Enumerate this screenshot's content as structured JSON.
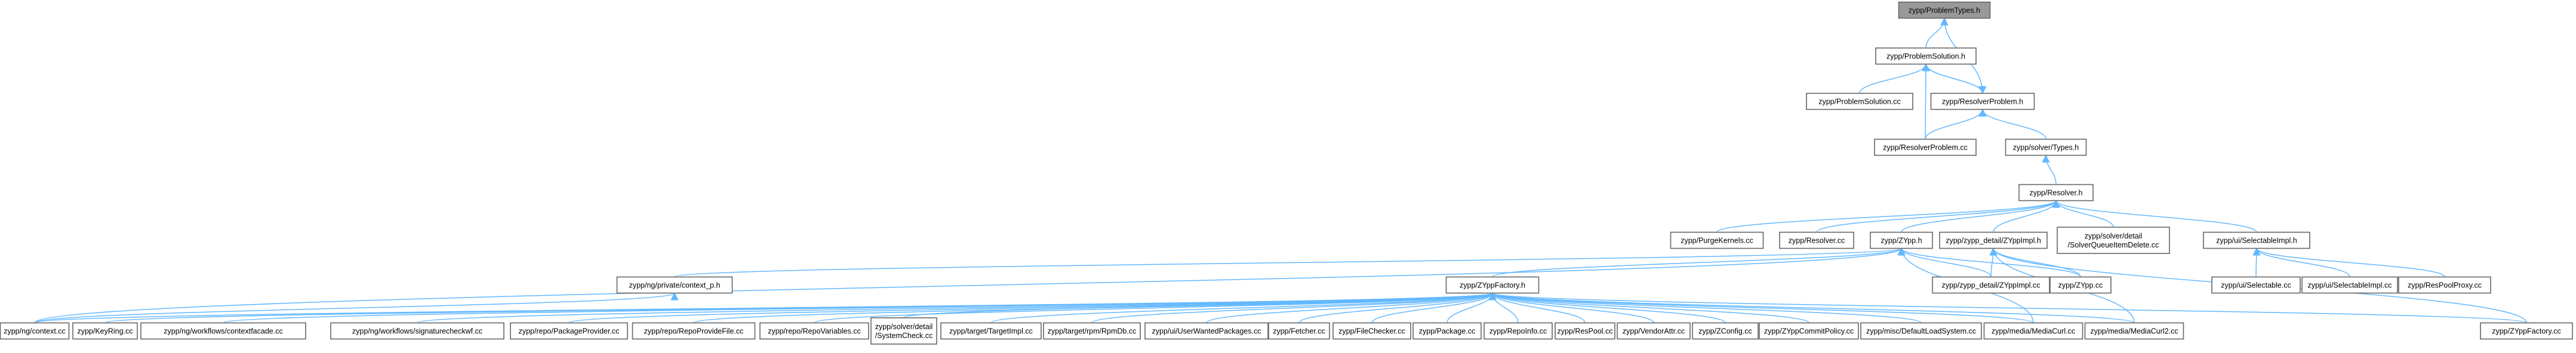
{
  "graph_title": "zypp/ProblemTypes.h",
  "colors": {
    "edge": "#63b8ff",
    "root_fill": "#999999",
    "node_border": "#666666"
  },
  "nodes": [
    {
      "id": "n_problemtypes_h",
      "lines": [
        "zypp/ProblemTypes.h"
      ],
      "root": true
    },
    {
      "id": "n_problemsolution_h",
      "lines": [
        "zypp/ProblemSolution.h"
      ]
    },
    {
      "id": "n_problemsolution_cc",
      "lines": [
        "zypp/ProblemSolution.cc"
      ]
    },
    {
      "id": "n_resolverproblem_h",
      "lines": [
        "zypp/ResolverProblem.h"
      ]
    },
    {
      "id": "n_resolverproblem_cc",
      "lines": [
        "zypp/ResolverProblem.cc"
      ]
    },
    {
      "id": "n_solver_types_h",
      "lines": [
        "zypp/solver/Types.h"
      ]
    },
    {
      "id": "n_resolver_h",
      "lines": [
        "zypp/Resolver.h"
      ]
    },
    {
      "id": "n_purgekernels_cc",
      "lines": [
        "zypp/PurgeKernels.cc"
      ]
    },
    {
      "id": "n_resolver_cc",
      "lines": [
        "zypp/Resolver.cc"
      ]
    },
    {
      "id": "n_zypp_h",
      "lines": [
        "zypp/ZYpp.h"
      ]
    },
    {
      "id": "n_zyppimpl_h",
      "lines": [
        "zypp/zypp_detail/ZYppImpl.h"
      ]
    },
    {
      "id": "n_solverqueue_cc",
      "lines": [
        "zypp/solver/detail",
        "/SolverQueueItemDelete.cc"
      ]
    },
    {
      "id": "n_selectableimpl_h",
      "lines": [
        "zypp/ui/SelectableImpl.h"
      ]
    },
    {
      "id": "n_context_p_h",
      "lines": [
        "zypp/ng/private/context_p.h"
      ]
    },
    {
      "id": "n_zyppfactory_h",
      "lines": [
        "zypp/ZYppFactory.h"
      ]
    },
    {
      "id": "n_zyppimpl_cc",
      "lines": [
        "zypp/zypp_detail/ZYppImpl.cc"
      ]
    },
    {
      "id": "n_zypp_cc",
      "lines": [
        "zypp/ZYpp.cc"
      ]
    },
    {
      "id": "n_selectable_cc",
      "lines": [
        "zypp/ui/Selectable.cc"
      ]
    },
    {
      "id": "n_selectableimpl_cc",
      "lines": [
        "zypp/ui/SelectableImpl.cc"
      ]
    },
    {
      "id": "n_respoolproxy_cc",
      "lines": [
        "zypp/ResPoolProxy.cc"
      ]
    },
    {
      "id": "n_ng_context_cc",
      "lines": [
        "zypp/ng/context.cc"
      ]
    },
    {
      "id": "n_keyring_cc",
      "lines": [
        "zypp/KeyRing.cc"
      ]
    },
    {
      "id": "n_contextfacade_cc",
      "lines": [
        "zypp/ng/workflows/contextfacade.cc"
      ]
    },
    {
      "id": "n_signaturecheck_cc",
      "lines": [
        "zypp/ng/workflows/signaturecheckwf.cc"
      ]
    },
    {
      "id": "n_packageprovider_cc",
      "lines": [
        "zypp/repo/PackageProvider.cc"
      ]
    },
    {
      "id": "n_repoprovidefile_cc",
      "lines": [
        "zypp/repo/RepoProvideFile.cc"
      ]
    },
    {
      "id": "n_repovariables_cc",
      "lines": [
        "zypp/repo/RepoVariables.cc"
      ]
    },
    {
      "id": "n_systemcheck_cc",
      "lines": [
        "zypp/solver/detail",
        "/SystemCheck.cc"
      ]
    },
    {
      "id": "n_targetimpl_cc",
      "lines": [
        "zypp/target/TargetImpl.cc"
      ]
    },
    {
      "id": "n_rpmdb_cc",
      "lines": [
        "zypp/target/rpm/RpmDb.cc"
      ]
    },
    {
      "id": "n_userwanted_cc",
      "lines": [
        "zypp/ui/UserWantedPackages.cc"
      ]
    },
    {
      "id": "n_fetcher_cc",
      "lines": [
        "zypp/Fetcher.cc"
      ]
    },
    {
      "id": "n_filechecker_cc",
      "lines": [
        "zypp/FileChecker.cc"
      ]
    },
    {
      "id": "n_package_cc",
      "lines": [
        "zypp/Package.cc"
      ]
    },
    {
      "id": "n_repoinfo_cc",
      "lines": [
        "zypp/RepoInfo.cc"
      ]
    },
    {
      "id": "n_respool_cc",
      "lines": [
        "zypp/ResPool.cc"
      ]
    },
    {
      "id": "n_vendorattr_cc",
      "lines": [
        "zypp/VendorAttr.cc"
      ]
    },
    {
      "id": "n_zconfig_cc",
      "lines": [
        "zypp/ZConfig.cc"
      ]
    },
    {
      "id": "n_zyppcommitpolicy_cc",
      "lines": [
        "zypp/ZYppCommitPolicy.cc"
      ]
    },
    {
      "id": "n_defaultloadsystem_cc",
      "lines": [
        "zypp/misc/DefaultLoadSystem.cc"
      ]
    },
    {
      "id": "n_mediacurl_cc",
      "lines": [
        "zypp/media/MediaCurl.cc"
      ]
    },
    {
      "id": "n_mediacurl2_cc",
      "lines": [
        "zypp/media/MediaCurl2.cc"
      ]
    },
    {
      "id": "n_zyppfactory_cc",
      "lines": [
        "zypp/ZYppFactory.cc"
      ]
    }
  ],
  "edges": [
    [
      "n_problemtypes_h",
      "n_problemsolution_h"
    ],
    [
      "n_problemtypes_h",
      "n_resolverproblem_h"
    ],
    [
      "n_problemsolution_h",
      "n_problemsolution_cc"
    ],
    [
      "n_problemsolution_h",
      "n_resolverproblem_h"
    ],
    [
      "n_problemsolution_h",
      "n_resolverproblem_cc"
    ],
    [
      "n_resolverproblem_h",
      "n_problemsolution_h"
    ],
    [
      "n_resolverproblem_h",
      "n_resolverproblem_cc"
    ],
    [
      "n_resolverproblem_h",
      "n_solver_types_h"
    ],
    [
      "n_solver_types_h",
      "n_resolver_h"
    ],
    [
      "n_resolver_h",
      "n_purgekernels_cc"
    ],
    [
      "n_resolver_h",
      "n_resolver_cc"
    ],
    [
      "n_resolver_h",
      "n_zypp_h"
    ],
    [
      "n_resolver_h",
      "n_zyppimpl_h"
    ],
    [
      "n_resolver_h",
      "n_solverqueue_cc"
    ],
    [
      "n_resolver_h",
      "n_selectableimpl_h"
    ],
    [
      "n_zypp_h",
      "n_context_p_h"
    ],
    [
      "n_zypp_h",
      "n_zyppfactory_h"
    ],
    [
      "n_zypp_h",
      "n_zyppimpl_cc"
    ],
    [
      "n_zypp_h",
      "n_zypp_cc"
    ],
    [
      "n_zypp_h",
      "n_ng_context_cc"
    ],
    [
      "n_zypp_h",
      "n_mediacurl_cc"
    ],
    [
      "n_zyppimpl_h",
      "n_zyppimpl_cc"
    ],
    [
      "n_zyppimpl_h",
      "n_zypp_cc"
    ],
    [
      "n_zyppimpl_h",
      "n_zyppfactory_cc"
    ],
    [
      "n_zyppimpl_h",
      "n_mediacurl2_cc"
    ],
    [
      "n_selectableimpl_h",
      "n_selectable_cc"
    ],
    [
      "n_selectableimpl_h",
      "n_selectableimpl_cc"
    ],
    [
      "n_selectableimpl_h",
      "n_respoolproxy_cc"
    ],
    [
      "n_context_p_h",
      "n_ng_context_cc"
    ],
    [
      "n_zyppfactory_h",
      "n_ng_context_cc"
    ],
    [
      "n_zyppfactory_h",
      "n_keyring_cc"
    ],
    [
      "n_zyppfactory_h",
      "n_contextfacade_cc"
    ],
    [
      "n_zyppfactory_h",
      "n_signaturecheck_cc"
    ],
    [
      "n_zyppfactory_h",
      "n_packageprovider_cc"
    ],
    [
      "n_zyppfactory_h",
      "n_repoprovidefile_cc"
    ],
    [
      "n_zyppfactory_h",
      "n_repovariables_cc"
    ],
    [
      "n_zyppfactory_h",
      "n_systemcheck_cc"
    ],
    [
      "n_zyppfactory_h",
      "n_targetimpl_cc"
    ],
    [
      "n_zyppfactory_h",
      "n_rpmdb_cc"
    ],
    [
      "n_zyppfactory_h",
      "n_userwanted_cc"
    ],
    [
      "n_zyppfactory_h",
      "n_fetcher_cc"
    ],
    [
      "n_zyppfactory_h",
      "n_filechecker_cc"
    ],
    [
      "n_zyppfactory_h",
      "n_package_cc"
    ],
    [
      "n_zyppfactory_h",
      "n_repoinfo_cc"
    ],
    [
      "n_zyppfactory_h",
      "n_respool_cc"
    ],
    [
      "n_zyppfactory_h",
      "n_vendorattr_cc"
    ],
    [
      "n_zyppfactory_h",
      "n_zconfig_cc"
    ],
    [
      "n_zyppfactory_h",
      "n_zyppcommitpolicy_cc"
    ],
    [
      "n_zyppfactory_h",
      "n_defaultloadsystem_cc"
    ],
    [
      "n_zyppfactory_h",
      "n_mediacurl_cc"
    ],
    [
      "n_zyppfactory_h",
      "n_mediacurl2_cc"
    ],
    [
      "n_zyppfactory_h",
      "n_zyppfactory_cc"
    ]
  ]
}
